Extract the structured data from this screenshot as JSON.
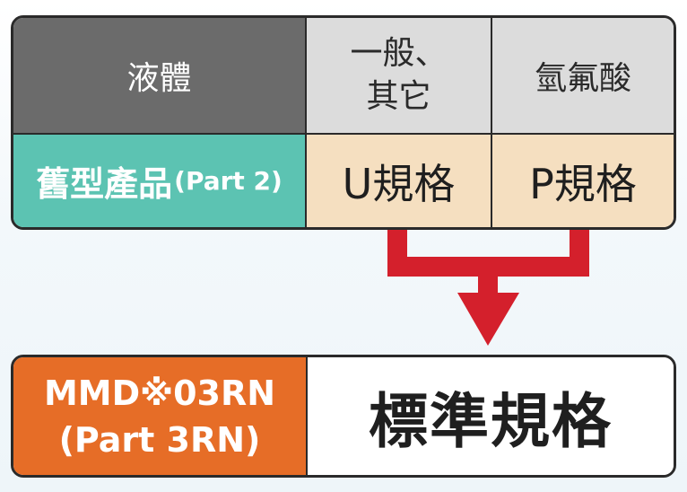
{
  "top_table": {
    "header": {
      "label": "液體",
      "general_line1": "一般、",
      "general_line2": "其它",
      "hydro": "氫氟酸"
    },
    "row": {
      "old_product": "舊型產品",
      "old_product_sub": "(Part 2)",
      "u_spec": "U規格",
      "p_spec": "P規格"
    }
  },
  "bottom_table": {
    "model_line1": "MMD※03RN",
    "model_line2": "(Part 3RN)",
    "standard": "標準規格"
  },
  "colors": {
    "header_dark": "#6b6b6b",
    "header_light": "#dcdcdc",
    "teal": "#5cc3b2",
    "peach": "#f5dfc0",
    "orange": "#e66d27",
    "arrow_red": "#d4202c",
    "border": "#2a2a2a"
  }
}
